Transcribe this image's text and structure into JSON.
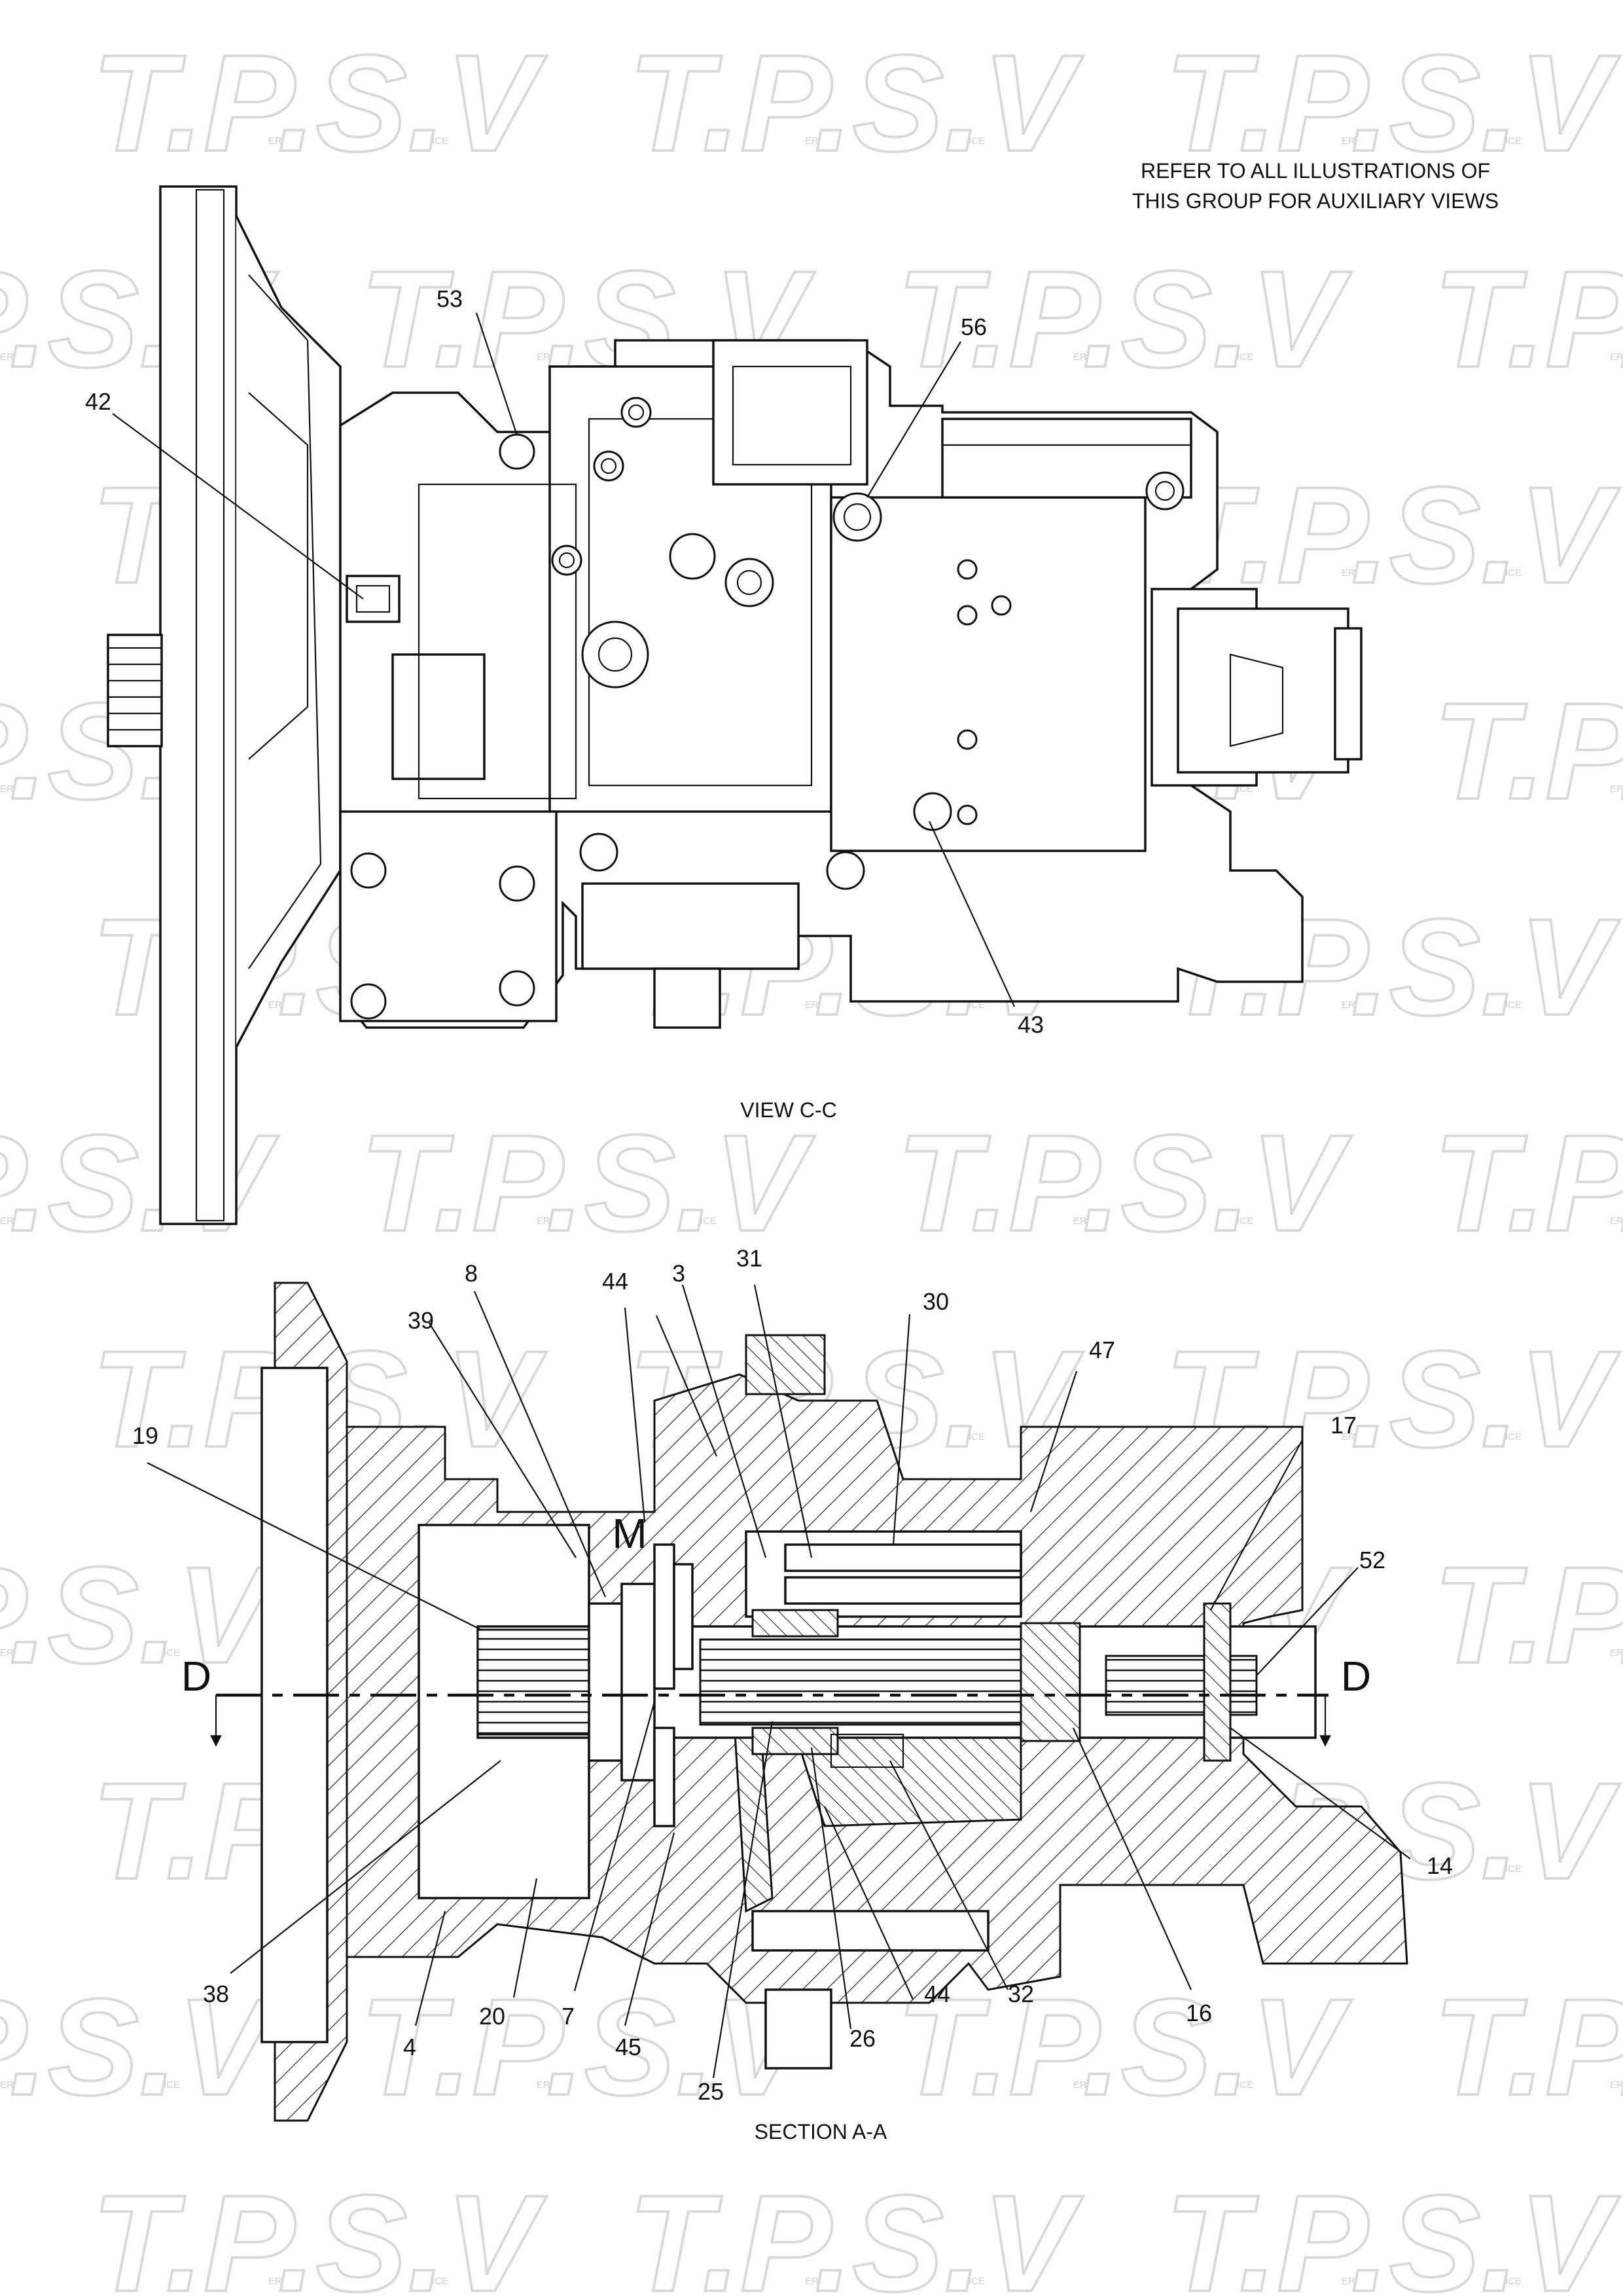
{
  "watermark": {
    "logo_text": "T.P.S.V",
    "sub_left": "ER",
    "sub_right": "ICE"
  },
  "note": {
    "line1": "REFER TO ALL ILLUSTRATIONS OF",
    "line2": "THIS GROUP FOR AUXILIARY VIEWS"
  },
  "view_cc": {
    "caption": "VIEW C-C",
    "callouts": [
      "53",
      "56",
      "42",
      "43"
    ]
  },
  "section_aa": {
    "caption": "SECTION A-A",
    "letter_m": "M",
    "letter_d_left": "D",
    "letter_d_right": "D",
    "callouts": [
      "8",
      "44",
      "3",
      "31",
      "30",
      "39",
      "47",
      "19",
      "17",
      "52",
      "14",
      "16",
      "32",
      "44",
      "26",
      "25",
      "45",
      "7",
      "20",
      "4",
      "38"
    ]
  }
}
